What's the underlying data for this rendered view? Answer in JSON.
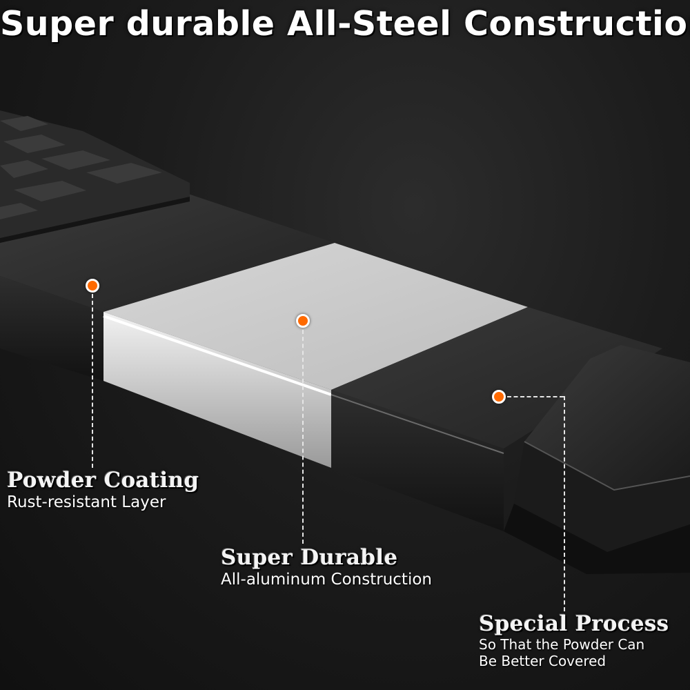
{
  "headline": "Super durable  All-Steel Construction",
  "callouts": [
    {
      "title": "Powder Coating",
      "sub": "Rust-resistant Layer"
    },
    {
      "title": "Super Durable",
      "sub": "All-aluminum Construction"
    },
    {
      "title": "Special Process",
      "sub_line1": "So That the Powder Can",
      "sub_line2": "Be Better Covered"
    }
  ],
  "colors": {
    "marker": "#ff6a00",
    "coating": "#1e1e1e",
    "aluminum": "#c9c9c9",
    "background": "#151515"
  }
}
